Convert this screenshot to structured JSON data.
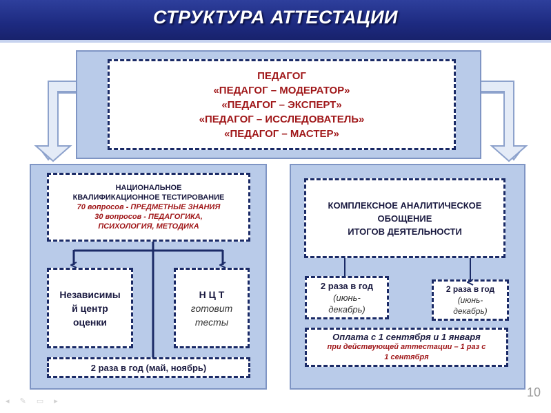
{
  "header": {
    "title": "СТРУКТУРА АТТЕСТАЦИИ"
  },
  "top_box": {
    "lines": [
      "ПЕДАГОГ",
      "«ПЕДАГОГ – МОДЕРАТОР»",
      "«ПЕДАГОГ – ЭКСПЕРТ»",
      "«ПЕДАГОГ – ИССЛЕДОВАТЕЛЬ»",
      "«ПЕДАГОГ – МАСТЕР»"
    ]
  },
  "left": {
    "testing": {
      "line1": "НАЦИОНАЛЬНОЕ",
      "line2": "КВАЛИФИКАЦИОННОЕ ТЕСТИРОВАНИЕ",
      "line3": "70 вопросов - ПРЕДМЕТНЫЕ ЗНАНИЯ",
      "line4": "30 вопросов - ПЕДАГОГИКА,",
      "line5": "ПСИХОЛОГИЯ, МЕТОДИКА"
    },
    "center": {
      "line1": "Независимы",
      "line2": "й центр",
      "line3": "оценки"
    },
    "nct": {
      "line1": "Н Ц Т",
      "line2": "готовит",
      "line3": "тесты"
    },
    "schedule": "2 раза в год (май, ноябрь)"
  },
  "right": {
    "analysis": {
      "line1": "КОМПЛЕКСНОЕ АНАЛИТИЧЕСКОЕ",
      "line2": "ОБОЩЕНИЕ",
      "line3": "ИТОГОВ ДЕЯТЕЛЬНОСТИ"
    },
    "freq_left": {
      "line1": "2 раза в год",
      "line2": "(июнь-",
      "line3": "декабрь)"
    },
    "freq_right": {
      "line1": "2 раза в год",
      "line2": "(июнь-",
      "line3": "декабрь)"
    },
    "payment": {
      "line1": "Оплата с 1 сентября и 1 января",
      "line2": "при действующей аттестации – 1 раз с",
      "line3": "1 сентября"
    }
  },
  "slide_number": "10",
  "colors": {
    "header": "#1d2a80",
    "panel": "#b9cbe9",
    "border": "#1a2a66",
    "red_text": "#a0181a"
  }
}
